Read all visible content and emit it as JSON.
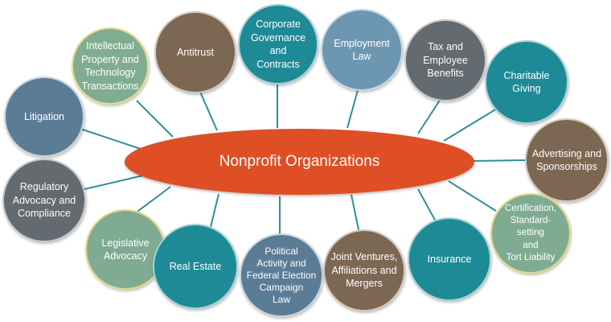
{
  "diagram": {
    "hub_label": "Nonprofit Organizations",
    "nodes": [
      {
        "id": "intellectual-property",
        "lines": [
          "Intellectual",
          "Property and",
          "Technology",
          "Transactions"
        ]
      },
      {
        "id": "antitrust",
        "lines": [
          "Antitrust"
        ]
      },
      {
        "id": "corporate-governance",
        "lines": [
          "Corporate",
          "Governance and",
          "Contracts"
        ]
      },
      {
        "id": "employment-law",
        "lines": [
          "Employment Law"
        ]
      },
      {
        "id": "tax-employee-benefits",
        "lines": [
          "Tax and",
          "Employee",
          "Benefits"
        ]
      },
      {
        "id": "charitable-giving",
        "lines": [
          "Charitable",
          "Giving"
        ]
      },
      {
        "id": "litigation",
        "lines": [
          "Litigation"
        ]
      },
      {
        "id": "advertising-sponsorships",
        "lines": [
          "Advertising and",
          "Sponsorships"
        ]
      },
      {
        "id": "regulatory-advocacy",
        "lines": [
          "Regulatory",
          "Advocacy and",
          "Compliance"
        ]
      },
      {
        "id": "certification",
        "lines": [
          "Certification,",
          "Standard-setting",
          "and",
          "Tort Liability"
        ]
      },
      {
        "id": "legislative-advocacy",
        "lines": [
          "Legislative",
          "Advocacy"
        ]
      },
      {
        "id": "real-estate",
        "lines": [
          "Real Estate"
        ]
      },
      {
        "id": "political-activity",
        "lines": [
          "Political",
          "Activity and",
          "Federal Election",
          "Campaign",
          "Law"
        ]
      },
      {
        "id": "joint-ventures",
        "lines": [
          "Joint Ventures,",
          "Affiliations and",
          "Mergers"
        ]
      },
      {
        "id": "insurance",
        "lines": [
          "Insurance"
        ]
      }
    ]
  },
  "colors": {
    "hub": "#de4f26",
    "connector": "#2f8f98",
    "slate": "#5b7c95",
    "brown": "#7c6753",
    "teal": "#1d8a96",
    "blue": "#6d97b0",
    "gray": "#636a70",
    "green": "#80ad8f"
  }
}
